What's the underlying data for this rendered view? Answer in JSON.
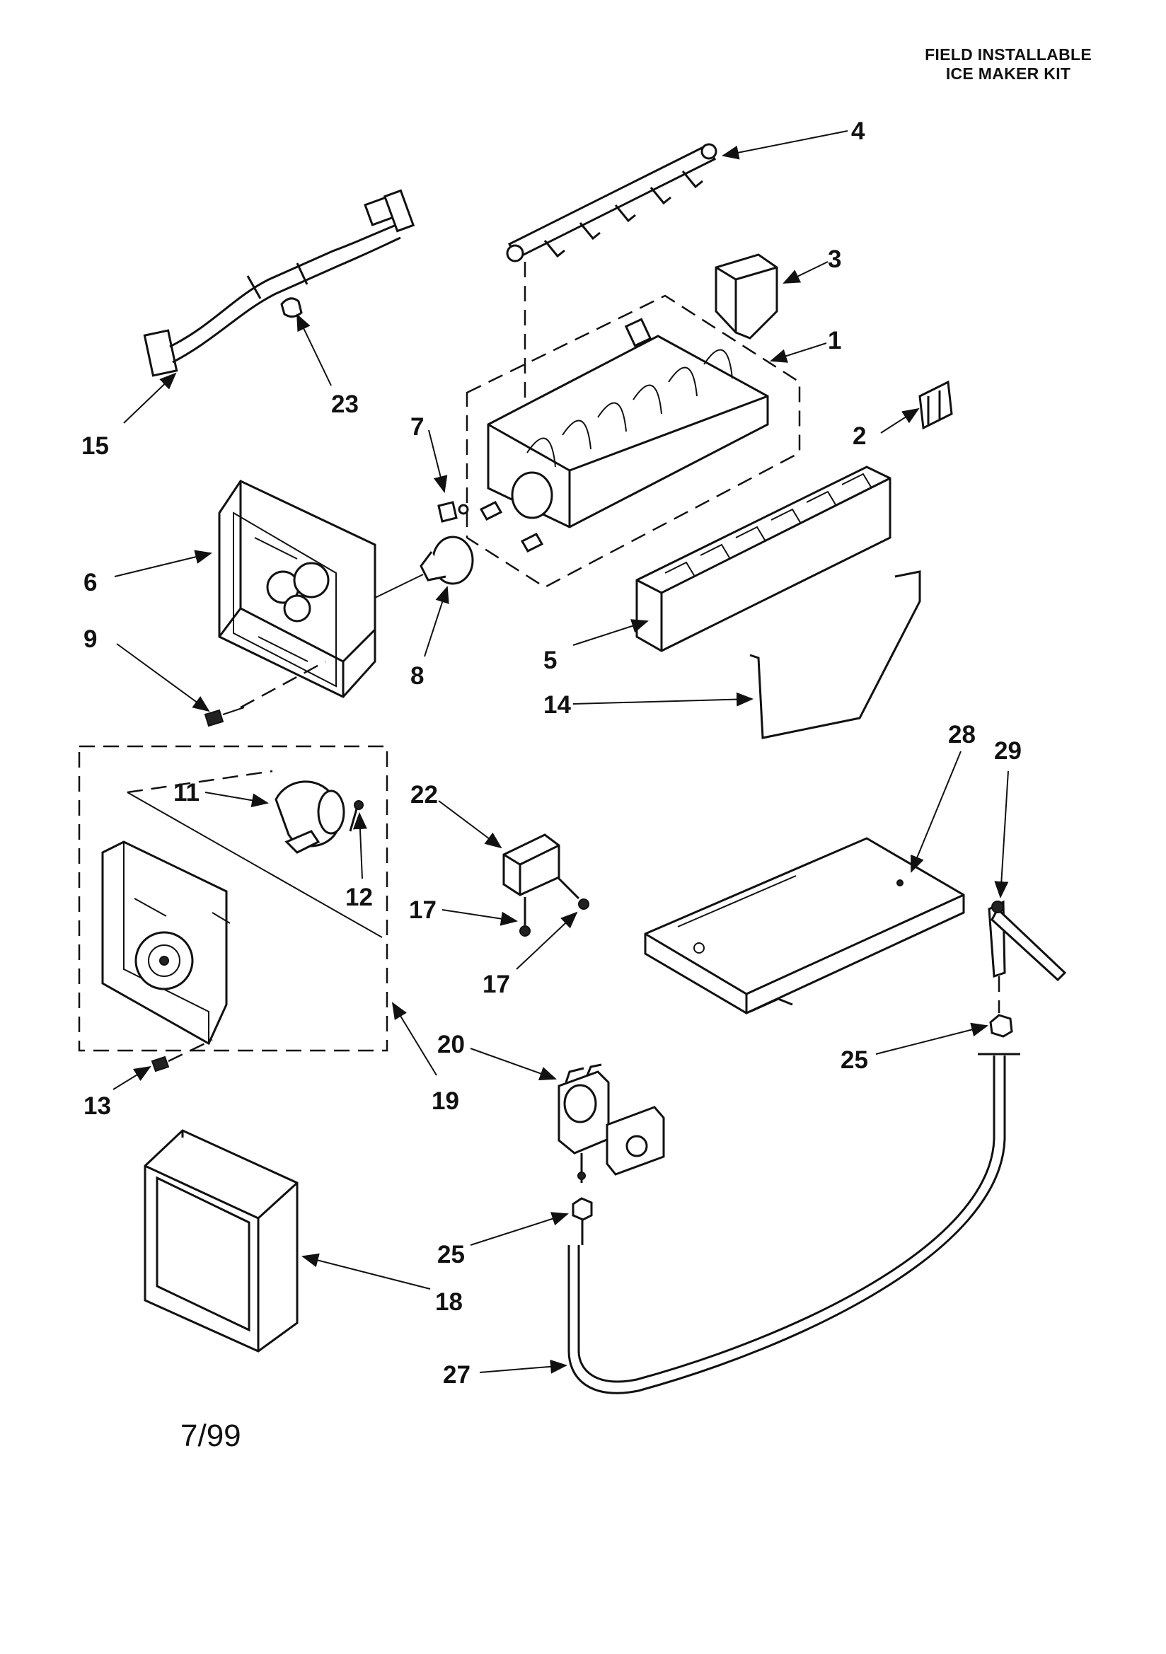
{
  "header": {
    "line1": "FIELD INSTALLABLE",
    "line2": "ICE MAKER KIT"
  },
  "footer": {
    "date": "7/99"
  },
  "callouts": {
    "c1": "1",
    "c2": "2",
    "c3": "3",
    "c4": "4",
    "c5": "5",
    "c6": "6",
    "c7": "7",
    "c8": "8",
    "c9": "9",
    "c11": "11",
    "c12": "12",
    "c13": "13",
    "c14": "14",
    "c15": "15",
    "c17a": "17",
    "c17b": "17",
    "c18": "18",
    "c19": "19",
    "c20": "20",
    "c22": "22",
    "c23": "23",
    "c25a": "25",
    "c25b": "25",
    "c27": "27",
    "c28": "28",
    "c29": "29"
  }
}
